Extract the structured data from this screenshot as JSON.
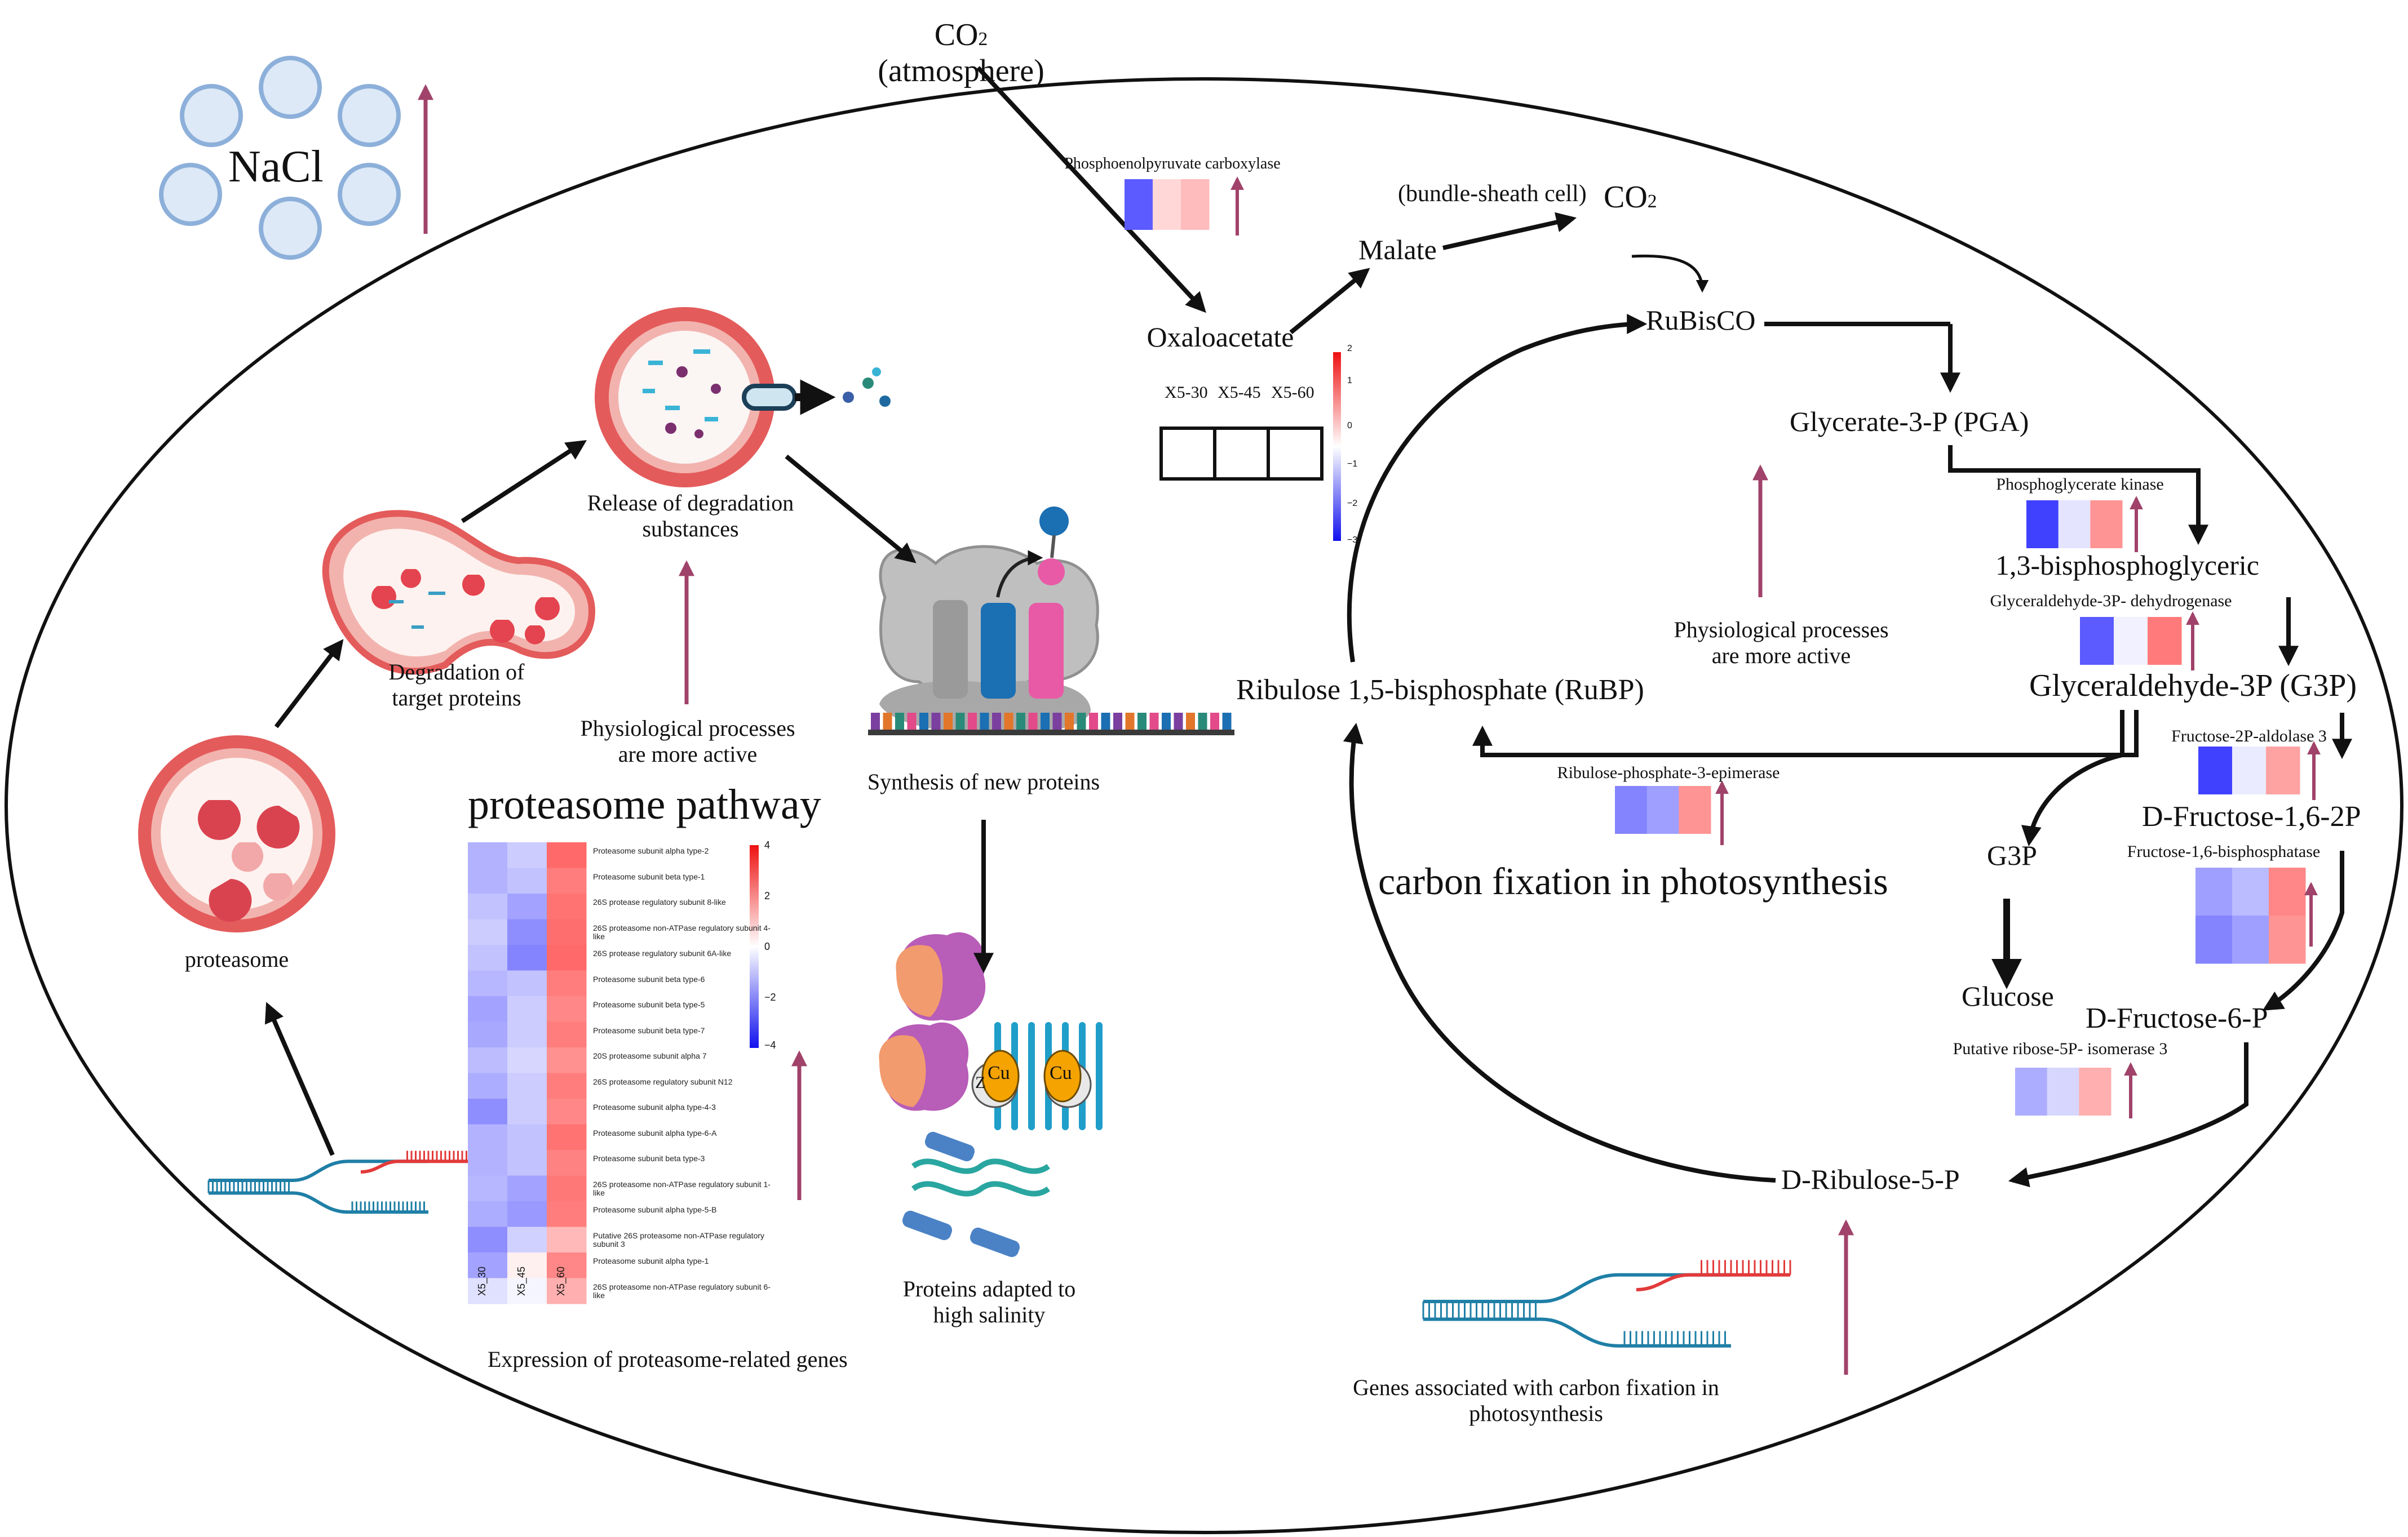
{
  "colors": {
    "arrow": "#111111",
    "up_arrow": "#a0426a",
    "membrane_red": "#e45b5b",
    "membrane_pink": "#f2b3ae",
    "bubble_fill": "#dde9f7",
    "bubble_stroke": "#8db0da",
    "dna_blue": "#1f7fa6",
    "dna_red": "#e23a3a"
  },
  "icons": {
    "salt": "nacl-bubbles-icon",
    "proteasome": "proteasome-icon",
    "degradation": "degradation-vesicle-icon",
    "release": "release-vesicle-icon",
    "ribosome": "ribosome-translation-icon",
    "proteins": "adapted-proteins-icon",
    "dna": "dna-strand-icon"
  },
  "nacl": {
    "label": "NaCl"
  },
  "top": {
    "co2_main": "CO",
    "co2_sub": "2",
    "co2_paren": "(atmosphere)"
  },
  "c4": {
    "pepc_label": "Phosphoenolpyruvate carboxylase",
    "pepc_values": [
      -2.4,
      0.6,
      1.0
    ],
    "oxaloacetate": "Oxaloacetate",
    "malate": "Malate",
    "bundle_sheath": "(bundle-sheath cell)",
    "co2_main": "CO",
    "co2_sub": "2",
    "rubisco": "RuBisCO"
  },
  "legend": {
    "headers": [
      "X5-30",
      "X5-45",
      "X5-60"
    ],
    "scale_ticks": [
      "2",
      "1",
      "0",
      "−1",
      "−2",
      "−3"
    ]
  },
  "proteasome_side": {
    "proteasome": "proteasome",
    "degradation": "Degradation of target proteins",
    "release": "Release of degradation substances",
    "physio": "Physiological processes are more active",
    "synthesis": "Synthesis of new proteins",
    "adapted": "Proteins adapted to high salinity",
    "heatmap_title": "proteasome pathway",
    "heatmap_caption": "Expression of proteasome-related genes",
    "heatmap_cols": [
      "X5_30",
      "X5_45",
      "X5_60"
    ],
    "heatmap_scale_ticks": [
      "4",
      "2",
      "0",
      "−2",
      "−4"
    ],
    "rows": [
      {
        "label": "Proteasome subunit alpha type-2",
        "values": [
          -1.5,
          -1.0,
          3.0
        ]
      },
      {
        "label": "Proteasome subunit beta type-1",
        "values": [
          -1.5,
          -1.2,
          2.6
        ]
      },
      {
        "label": "26S protease regulatory subunit 8-like",
        "values": [
          -1.2,
          -1.8,
          2.8
        ]
      },
      {
        "label": "26S proteasome non-ATPase regulatory subunit 4-like",
        "values": [
          -1.0,
          -2.2,
          2.9
        ]
      },
      {
        "label": "26S protease regulatory subunit 6A-like",
        "values": [
          -1.2,
          -2.4,
          3.0
        ]
      },
      {
        "label": "Proteasome subunit beta type-6",
        "values": [
          -1.4,
          -1.2,
          2.6
        ]
      },
      {
        "label": "Proteasome subunit beta type-5",
        "values": [
          -1.8,
          -1.0,
          2.4
        ]
      },
      {
        "label": "Proteasome subunit beta type-7",
        "values": [
          -1.7,
          -1.0,
          2.6
        ]
      },
      {
        "label": "20S proteasome subunit alpha 7",
        "values": [
          -1.3,
          -0.8,
          2.2
        ]
      },
      {
        "label": "26S proteasome regulatory subunit N12",
        "values": [
          -1.6,
          -1.0,
          2.6
        ]
      },
      {
        "label": "Proteasome subunit alpha type-4-3",
        "values": [
          -2.2,
          -1.0,
          2.4
        ]
      },
      {
        "label": "Proteasome subunit alpha type-6-A",
        "values": [
          -1.5,
          -1.2,
          2.8
        ]
      },
      {
        "label": "Proteasome subunit beta type-3",
        "values": [
          -1.5,
          -1.2,
          2.5
        ]
      },
      {
        "label": "26S proteasome non-ATPase regulatory subunit 1-like",
        "values": [
          -1.4,
          -1.8,
          2.7
        ]
      },
      {
        "label": "Proteasome subunit alpha type-5-B",
        "values": [
          -1.6,
          -2.0,
          2.6
        ]
      },
      {
        "label": "Putative 26S proteasome non-ATPase regulatory subunit 3",
        "values": [
          -2.2,
          -0.9,
          1.4
        ]
      },
      {
        "label": "Proteasome subunit alpha type-1",
        "values": [
          -1.8,
          0.3,
          2.4
        ]
      },
      {
        "label": "26S proteasome non-ATPase regulatory subunit 6-like",
        "values": [
          -0.6,
          -0.2,
          1.6
        ]
      }
    ]
  },
  "calvin": {
    "pga": "Glycerate-3-P (PGA)",
    "pgk_label": "Phosphoglycerate kinase",
    "pgk_values": [
      -2.8,
      -0.4,
      1.6
    ],
    "bpg": "1,3-bisphosphoglyceric",
    "gapdh_label": "Glyceraldehyde-3P- dehydrogenase",
    "gapdh_values": [
      -2.4,
      -0.2,
      2.0
    ],
    "g3p_full": "Glyceraldehyde-3P (G3P)",
    "fba_label": "Fructose-2P-aldolase 3",
    "fba_values": [
      -2.8,
      -0.3,
      1.4
    ],
    "fbp": "D-Fructose-1,6-2P",
    "fbpase_label": "Fructose-1,6-bisphosphatase",
    "fbpase_values": [
      [
        -1.4,
        -1.0,
        1.8
      ],
      [
        -1.8,
        -1.4,
        1.6
      ]
    ],
    "g3p": "G3P",
    "glucose": "Glucose",
    "f6p": "D-Fructose-6-P",
    "rpi_label": "Putative ribose-5P- isomerase 3",
    "rpi_values": [
      -1.2,
      -0.6,
      1.2
    ],
    "ru5p": "D-Ribulose-5-P",
    "rubp": "Ribulose 1,5-bisphosphate (RuBP)",
    "rpe_label": "Ribulose-phosphate-3-epimerase",
    "rpe_values": [
      -1.8,
      -1.4,
      1.6
    ],
    "cycle_title": "carbon fixation in photosynthesis",
    "physio": "Physiological processes are more active",
    "genes": "Genes associated with carbon fixation in photosynthesis",
    "cu": "Cu",
    "zn": "Z"
  }
}
